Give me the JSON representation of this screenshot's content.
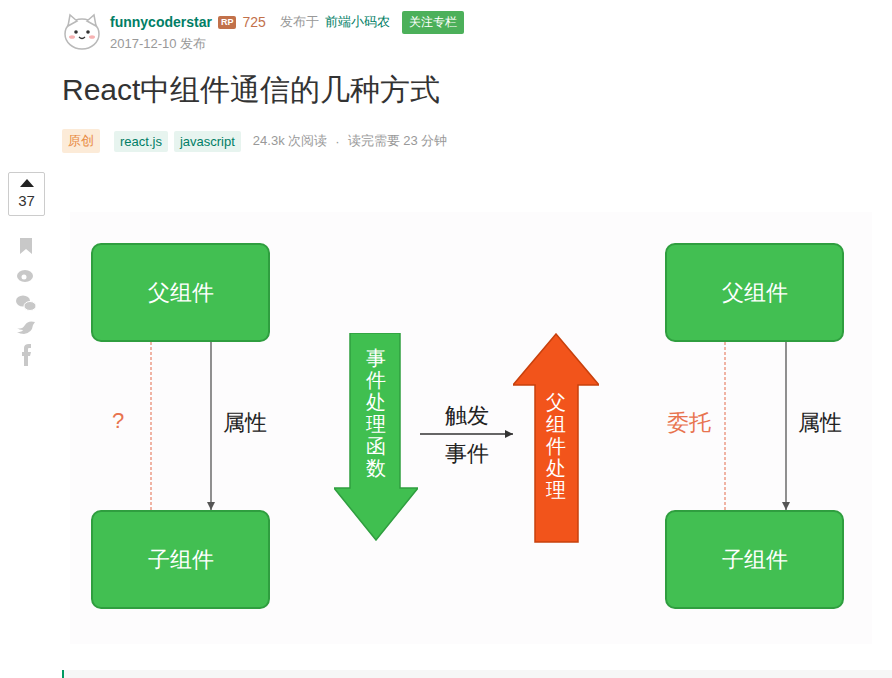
{
  "diagram": {
    "title": "React中组件通信的几种方式",
    "nodes": [
      {
        "text": [
          "RP"
        ]
      },
      {
        "text": [
          "关注专栏"
        ]
      },
      {
        "text": [
          "原创"
        ]
      },
      {
        "text": [
          "react.js"
        ]
      },
      {
        "text": [
          "javascript"
        ]
      },
      {
        "text": [
          "37"
        ]
      },
      {
        "text": [
          "父组件"
        ]
      },
      {
        "text": [
          "子组件"
        ]
      },
      {
        "text": [
          "事件处理函数"
        ]
      },
      {
        "text": [
          "父组件处理"
        ]
      },
      {
        "text": [
          "父组件"
        ]
      },
      {
        "text": [
          "子组件"
        ]
      }
    ],
    "edges": [
      {
        "from": 6,
        "to": 7,
        "arrow": "none",
        "label": "?"
      },
      {
        "from": 6,
        "to": 7,
        "arrow": "to",
        "label": "属性"
      },
      {
        "from": 8,
        "to": 9,
        "arrow": "to",
        "label": "触发"
      },
      {
        "from": 10,
        "to": 11,
        "arrow": "none",
        "label": "委托"
      },
      {
        "from": 10,
        "to": 11,
        "arrow": "to",
        "label": "属性"
      }
    ],
    "labels": [
      "funnycoderstar",
      "725",
      "发布于",
      "前端小码农",
      "2017-12-10 发布",
      "24.3k 次阅读",
      "·",
      "读完需要 23 分钟",
      "事件"
    ]
  }
}
